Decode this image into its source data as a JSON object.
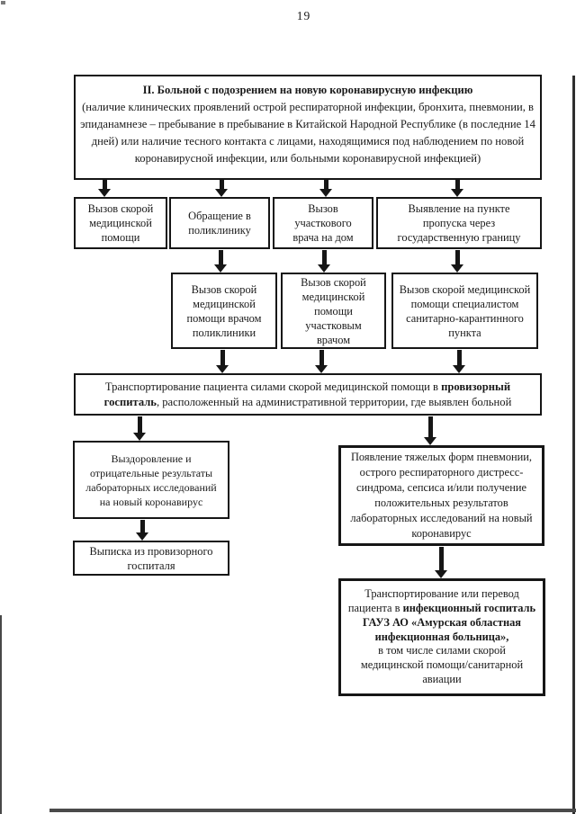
{
  "colors": {
    "ink": "#1a1a1a",
    "paper": "#ffffff",
    "line": "#161616"
  },
  "page": {
    "number": "19"
  },
  "flowchart": {
    "title": {
      "heading": "II. Больной с подозрением на новую коронавирусную инфекцию",
      "body": "(наличие клинических проявлений острой респираторной инфекции, бронхита, пневмонии, в эпиданамнезе – пребывание в пребывание в Китайской Народной Республике (в последние 14 дней) или наличие тесного контакта с лицами, находящимися под наблюдением по новой коронавирусной инфекции, или больными коронавирусной инфекцией)"
    },
    "nodes": {
      "ambulance_call": "Вызов скорой медицинской помощи",
      "polyclinic_visit": "Обращение в поликлинику",
      "district_doctor_home_call": "Вызов участкового врача на дом",
      "border_checkpoint_detection": "Выявление на пункте пропуска через государственную границу",
      "ambulance_by_polyclinic_doctor": "Вызов скорой медицинской помощи врачом поликлиники",
      "ambulance_by_district_doctor": "Вызов скорой медицинской помощи участковым врачом",
      "ambulance_by_quarantine_specialist": "Вызов скорой медицинской помощи специалистом санитарно-карантинного пункта",
      "transport_provisional": {
        "pre": "Транспортирование пациента силами скорой медицинской помощи в ",
        "bold": "провизорный госпиталь",
        "post": ", расположенный на административной территории, где выявлен больной"
      },
      "recovery_negative_results": "Выздоровление и отрицательные результаты лабораторных исследований на новый коронавирус",
      "discharge_provisional": "Выписка из провизорного госпиталя",
      "severe_forms": "Появление тяжелых форм пневмонии, острого респираторного дистресс-синдрома, сепсиса и/или получение положительных результатов лабораторных исследований на новый коронавирус",
      "transport_infectious": {
        "pre": "Транспортирование или перевод пациента в ",
        "bold": "инфекционный госпиталь ГАУЗ АО «Амурская областная инфекционная больница»,",
        "post": "в том числе силами скорой медицинской помощи/санитарной авиации"
      }
    }
  }
}
